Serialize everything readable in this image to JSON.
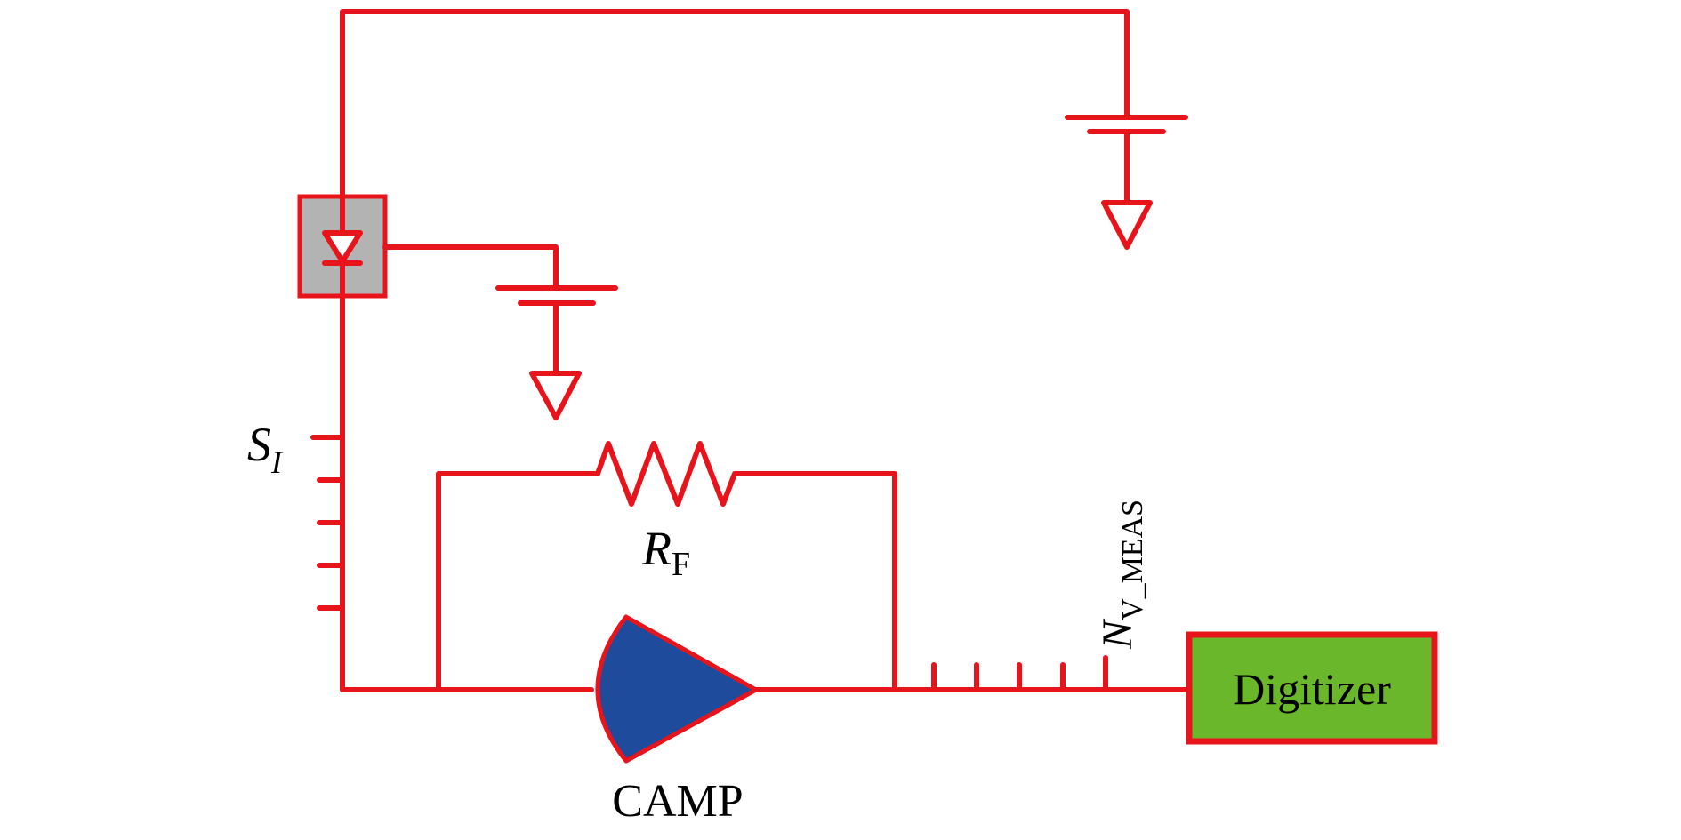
{
  "diagram": {
    "type": "circuit-schematic",
    "colors": {
      "wire": "#e8141c",
      "photodiode_box": "#b3b3b3",
      "amplifier_fill": "#1f4b9c",
      "digitizer_fill": "#6bb72b",
      "text": "#000000",
      "background": "#ffffff"
    },
    "labels": {
      "source": {
        "main": "S",
        "sub": "I"
      },
      "feedback_resistor": {
        "main": "R",
        "sub": "F"
      },
      "amplifier": "CAMP",
      "noise": {
        "main": "N",
        "sub": "V_MEAS"
      },
      "digitizer": "Digitizer"
    },
    "components": [
      {
        "id": "photodiode",
        "kind": "photodiode"
      },
      {
        "id": "bias-battery-left",
        "kind": "battery-to-ground"
      },
      {
        "id": "bias-battery-right",
        "kind": "battery-to-ground"
      },
      {
        "id": "current-noise-source",
        "kind": "noise-source",
        "label_ref": "source"
      },
      {
        "id": "feedback-resistor",
        "kind": "resistor",
        "label_ref": "feedback_resistor"
      },
      {
        "id": "charge-amplifier",
        "kind": "amplifier",
        "label_ref": "amplifier"
      },
      {
        "id": "voltage-noise-source",
        "kind": "noise-source",
        "label_ref": "noise"
      },
      {
        "id": "digitizer",
        "kind": "block",
        "label_ref": "digitizer"
      }
    ]
  }
}
